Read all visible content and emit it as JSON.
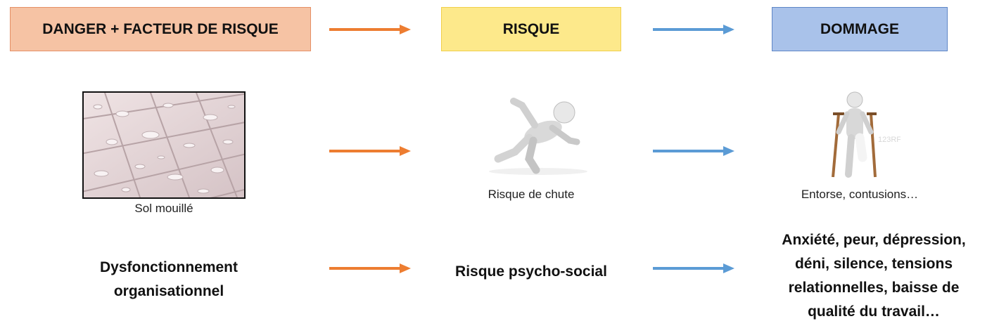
{
  "header": {
    "danger": "DANGER + FACTEUR DE RISQUE",
    "risque": "RISQUE",
    "dommage": "DOMMAGE"
  },
  "example": {
    "danger_caption": "Sol mouillé",
    "risque_caption": "Risque de chute",
    "dommage_caption": "Entorse, contusions…",
    "watermark": "123RF"
  },
  "psychosocial": {
    "danger": "Dysfonctionnement organisationnel",
    "risque": "Risque psycho-social",
    "dommage_lines": [
      "Anxiété, peur, dépression,",
      "déni, silence, tensions",
      "relationnelles, baisse de",
      "qualité du travail…"
    ]
  },
  "colors": {
    "danger_fill": "#f6c3a4",
    "danger_border": "#e59066",
    "risque_fill": "#fde98b",
    "risque_border": "#f1cf4a",
    "dommage_fill": "#a9c2ea",
    "dommage_border": "#5e86c6",
    "arrow_orange": "#ed7d31",
    "arrow_blue": "#5b9bd5"
  }
}
